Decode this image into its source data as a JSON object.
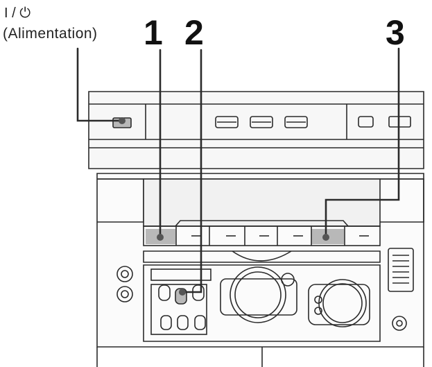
{
  "labels": {
    "power_symbol": "I / ⏻",
    "power_caption": "(Alimentation)",
    "callouts": [
      "1",
      "2",
      "3"
    ]
  },
  "colors": {
    "line": "#2a2a2a",
    "panel_fill": "#f4f4f4",
    "highlight": "#b8b8b8",
    "dot": "#555555"
  }
}
